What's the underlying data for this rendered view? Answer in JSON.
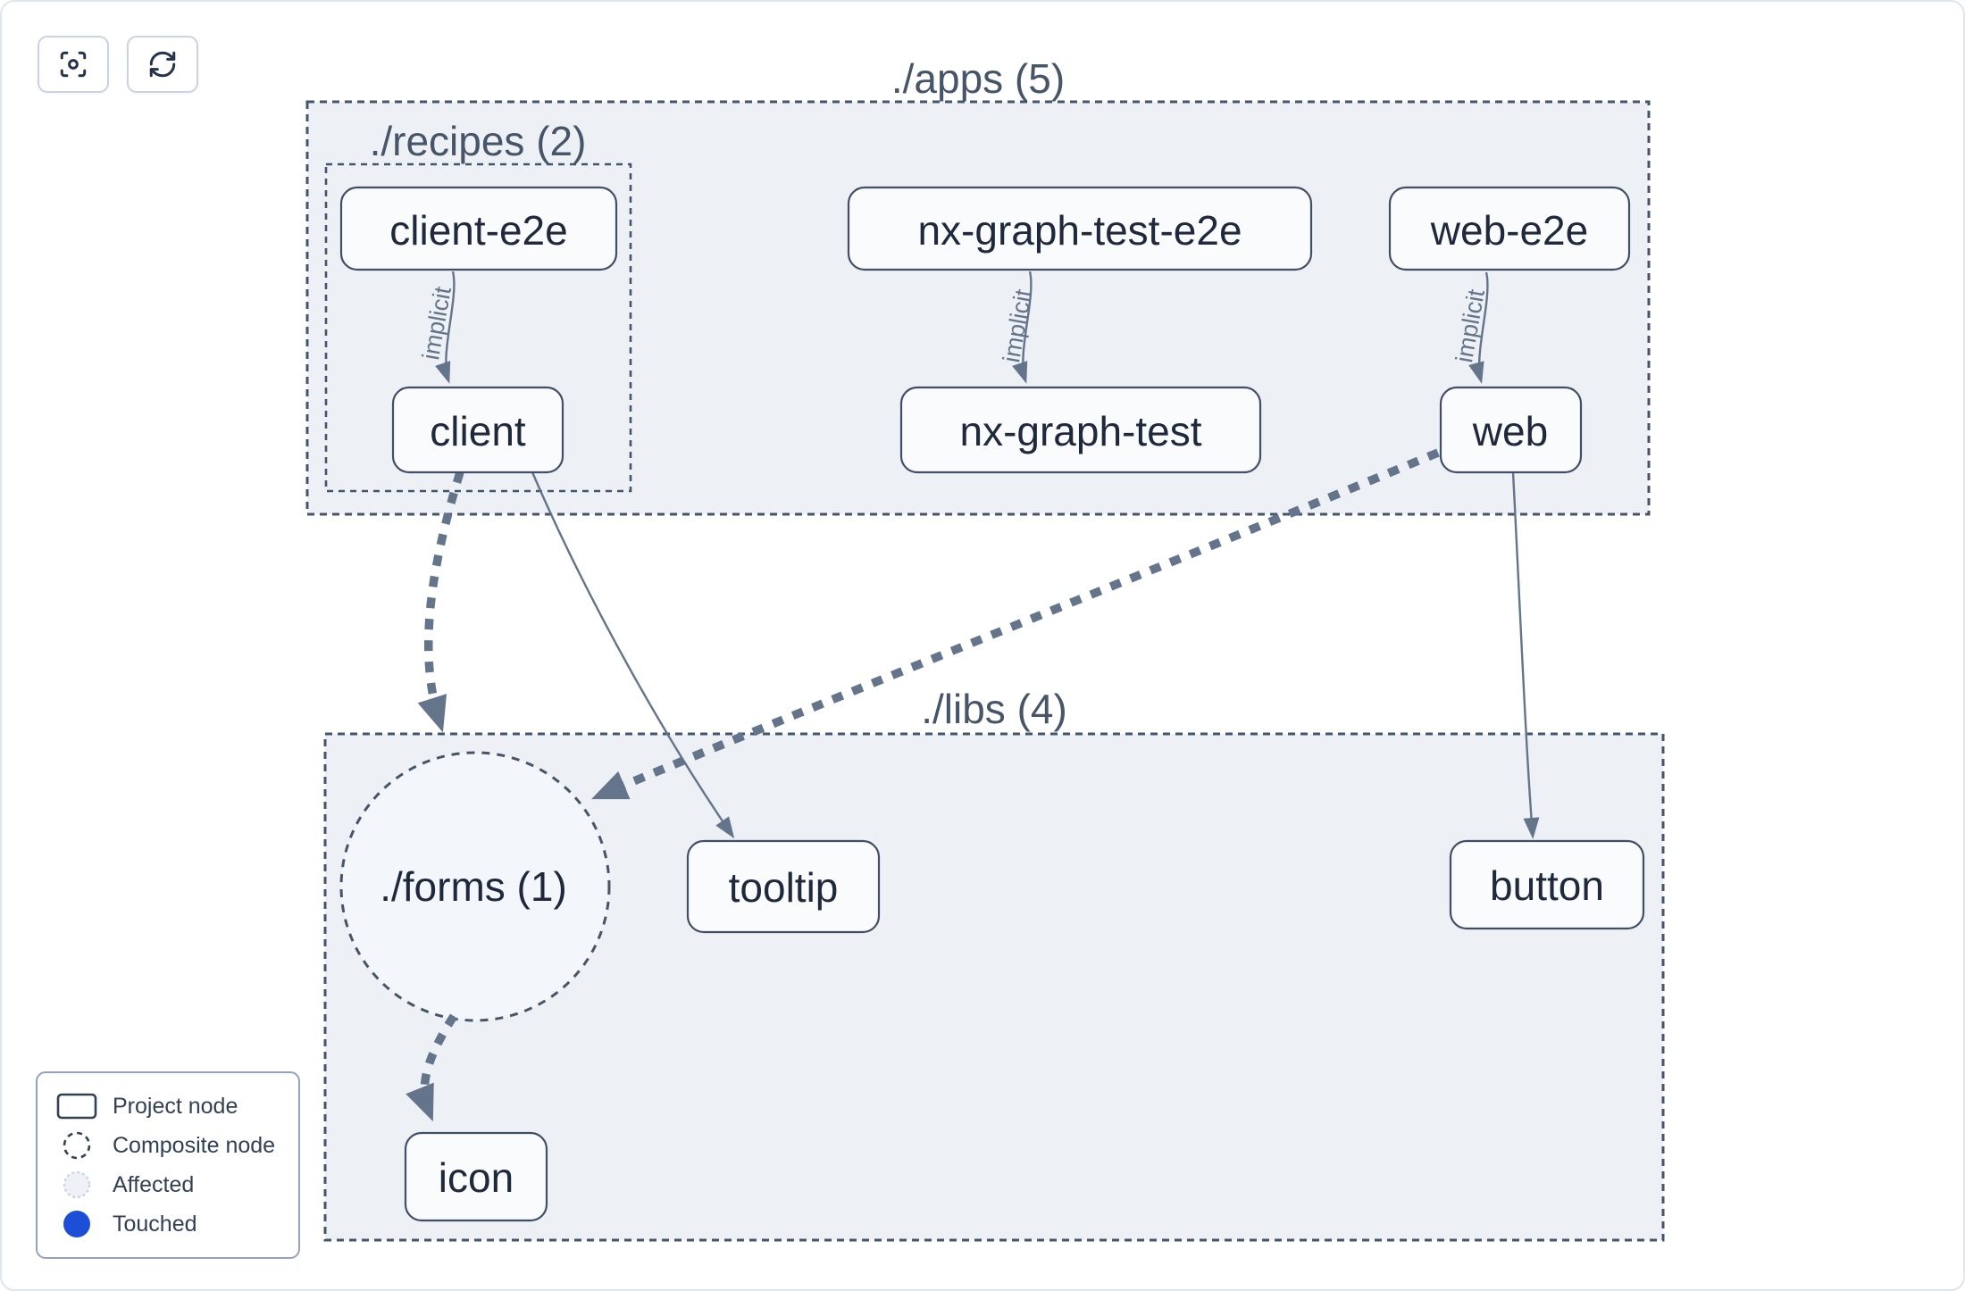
{
  "toolbar": {
    "buttons": [
      {
        "icon": "focus-crosshair-icon",
        "action": "focus"
      },
      {
        "icon": "refresh-icon",
        "action": "refresh"
      }
    ]
  },
  "graph": {
    "groups": {
      "apps": {
        "label": "./apps (5)"
      },
      "recipes": {
        "label": "./recipes (2)"
      },
      "libs": {
        "label": "./libs (4)"
      },
      "forms": {
        "label": "./forms (1)"
      }
    },
    "nodes": {
      "client_e2e": {
        "label": "client-e2e"
      },
      "client": {
        "label": "client"
      },
      "nx_graph_test_e2e": {
        "label": "nx-graph-test-e2e"
      },
      "nx_graph_test": {
        "label": "nx-graph-test"
      },
      "web_e2e": {
        "label": "web-e2e"
      },
      "web": {
        "label": "web"
      },
      "tooltip": {
        "label": "tooltip"
      },
      "button": {
        "label": "button"
      },
      "icon": {
        "label": "icon"
      }
    },
    "edge_labels": {
      "implicit": "implicit"
    }
  },
  "legend": {
    "items": [
      {
        "icon": "project-node-swatch",
        "label": "Project node"
      },
      {
        "icon": "composite-node-swatch",
        "label": "Composite node"
      },
      {
        "icon": "affected-swatch",
        "label": "Affected"
      },
      {
        "icon": "touched-swatch",
        "label": "Touched"
      }
    ]
  },
  "colors": {
    "group_fill": "#edf1f6",
    "group_border": "#44546a",
    "node_fill": "#fafbfd",
    "node_border": "#404f66",
    "node_text": "#1e293b",
    "group_label_text": "#475569",
    "edge": "#64748b",
    "touched_blue": "#1d4ed8",
    "affected_fill": "#eef1f5",
    "affected_border": "#cbd5e1"
  }
}
